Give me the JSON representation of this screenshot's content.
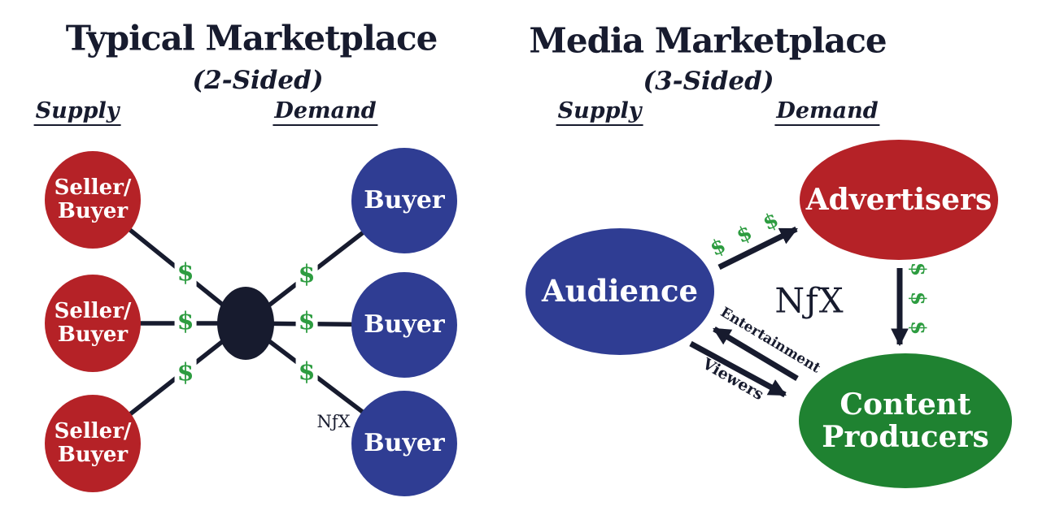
{
  "colors": {
    "navy": "#171b2e",
    "red": "#b52227",
    "blue": "#2f3d93",
    "green": "#1f8231",
    "dollar": "#2d9c40"
  },
  "left_panel": {
    "title": "Typical Marketplace",
    "subtitle": "(2-Sided)",
    "supply_label": "Supply",
    "demand_label": "Demand",
    "supply_nodes": [
      {
        "line1": "Seller/",
        "line2": "Buyer"
      },
      {
        "line1": "Seller/",
        "line2": "Buyer"
      },
      {
        "line1": "Seller/",
        "line2": "Buyer"
      }
    ],
    "demand_nodes": [
      {
        "label": "Buyer"
      },
      {
        "label": "Buyer"
      },
      {
        "label": "Buyer"
      }
    ],
    "dollar_sign": "$",
    "nfx_logo": "NƒX"
  },
  "right_panel": {
    "title": "Media Marketplace",
    "subtitle": "(3-Sided)",
    "supply_label": "Supply",
    "demand_label": "Demand",
    "nodes": {
      "audience": "Audience",
      "advertisers": "Advertisers",
      "content_line1": "Content",
      "content_line2": "Producers"
    },
    "nfx_logo": "NƒX",
    "flows": {
      "audience_to_advertisers": "$ $ $",
      "advertisers_to_content": "$ $ $",
      "content_to_audience": "Entertainment",
      "audience_to_content": "Viewers"
    }
  }
}
